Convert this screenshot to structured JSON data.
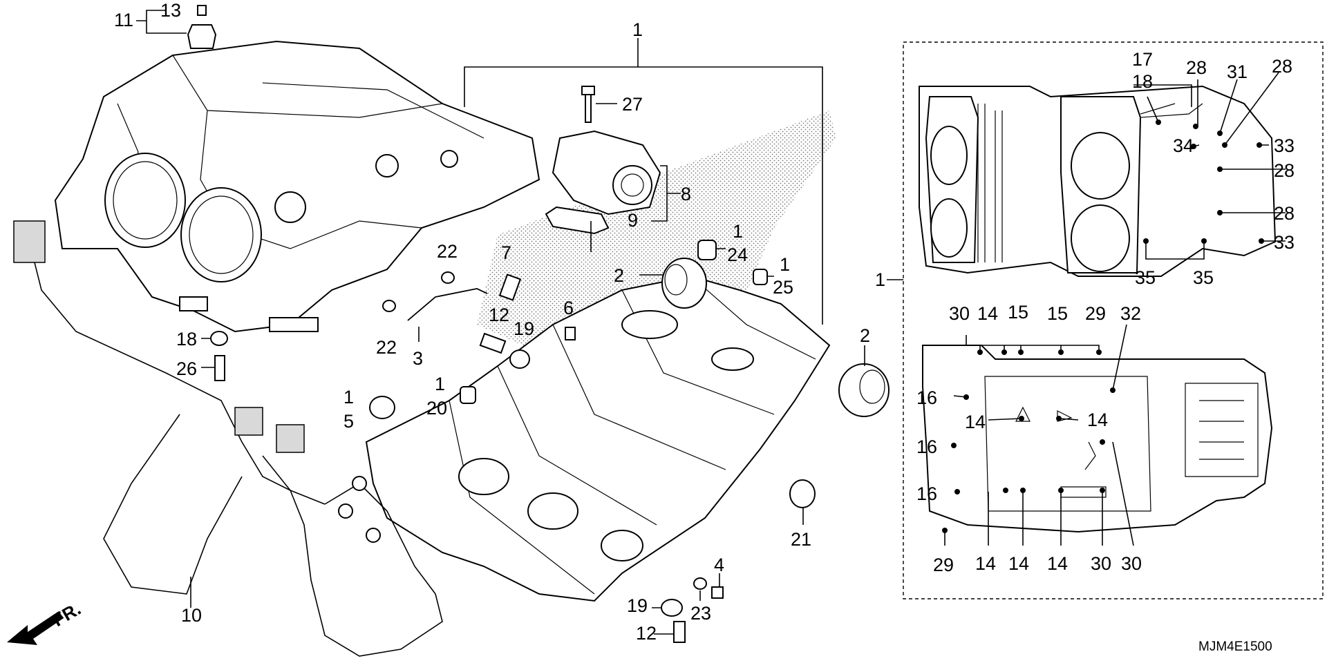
{
  "diagram": {
    "code": "MJM4E1500",
    "front_label": "FR.",
    "callouts": [
      {
        "id": "c11",
        "text": "11"
      },
      {
        "id": "c13",
        "text": "13"
      },
      {
        "id": "c1top",
        "text": "1"
      },
      {
        "id": "c27",
        "text": "27"
      },
      {
        "id": "c8",
        "text": "8"
      },
      {
        "id": "c9",
        "text": "9"
      },
      {
        "id": "c1a",
        "text": "1"
      },
      {
        "id": "c24",
        "text": "24"
      },
      {
        "id": "c1b",
        "text": "1"
      },
      {
        "id": "c25",
        "text": "25"
      },
      {
        "id": "c2a",
        "text": "2"
      },
      {
        "id": "c7",
        "text": "7"
      },
      {
        "id": "c22a",
        "text": "22"
      },
      {
        "id": "c22b",
        "text": "22"
      },
      {
        "id": "c3",
        "text": "3"
      },
      {
        "id": "c6",
        "text": "6"
      },
      {
        "id": "c12a",
        "text": "12"
      },
      {
        "id": "c19a",
        "text": "19"
      },
      {
        "id": "c2b",
        "text": "2"
      },
      {
        "id": "c18",
        "text": "18"
      },
      {
        "id": "c26",
        "text": "26"
      },
      {
        "id": "c1c",
        "text": "1"
      },
      {
        "id": "c20",
        "text": "20"
      },
      {
        "id": "c1d",
        "text": "1"
      },
      {
        "id": "c5",
        "text": "5"
      },
      {
        "id": "c21",
        "text": "21"
      },
      {
        "id": "c4",
        "text": "4"
      },
      {
        "id": "c19b",
        "text": "19"
      },
      {
        "id": "c23",
        "text": "23"
      },
      {
        "id": "c12b",
        "text": "12"
      },
      {
        "id": "c10",
        "text": "10"
      },
      {
        "id": "c17",
        "text": "17"
      },
      {
        "id": "c18r",
        "text": "18"
      },
      {
        "id": "c28a",
        "text": "28"
      },
      {
        "id": "c31",
        "text": "31"
      },
      {
        "id": "c28b",
        "text": "28"
      },
      {
        "id": "c34",
        "text": "34"
      },
      {
        "id": "c33a",
        "text": "33"
      },
      {
        "id": "c28c",
        "text": "28"
      },
      {
        "id": "c28d",
        "text": "28"
      },
      {
        "id": "c33b",
        "text": "33"
      },
      {
        "id": "c35a",
        "text": "35"
      },
      {
        "id": "c35b",
        "text": "35"
      },
      {
        "id": "c1box",
        "text": "1"
      },
      {
        "id": "c30a",
        "text": "30"
      },
      {
        "id": "c14a",
        "text": "14"
      },
      {
        "id": "c15a",
        "text": "15"
      },
      {
        "id": "c15b",
        "text": "15"
      },
      {
        "id": "c29a",
        "text": "29"
      },
      {
        "id": "c32",
        "text": "32"
      },
      {
        "id": "c16a",
        "text": "16"
      },
      {
        "id": "c14b",
        "text": "14"
      },
      {
        "id": "c14c",
        "text": "14"
      },
      {
        "id": "c16b",
        "text": "16"
      },
      {
        "id": "c16c",
        "text": "16"
      },
      {
        "id": "c29b",
        "text": "29"
      },
      {
        "id": "c14d",
        "text": "14"
      },
      {
        "id": "c14e",
        "text": "14"
      },
      {
        "id": "c14f",
        "text": "14"
      },
      {
        "id": "c30b",
        "text": "30"
      },
      {
        "id": "c30c",
        "text": "30"
      }
    ]
  }
}
